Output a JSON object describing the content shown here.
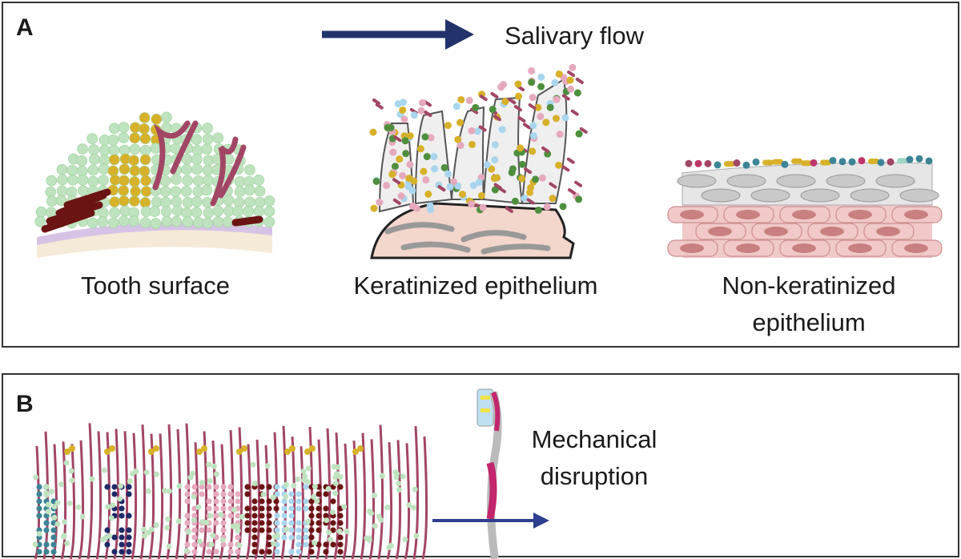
{
  "panel_a": {
    "letter": "A",
    "flow_label": "Salivary flow",
    "captions": {
      "tooth": "Tooth surface",
      "keratinized": "Keratinized epithelium",
      "nonkeratinized_line1": "Non-keratinized",
      "nonkeratinized_line2": "epithelium"
    }
  },
  "panel_b": {
    "letter": "B",
    "disruption_line1": "Mechanical",
    "disruption_line2": "disruption"
  },
  "colors": {
    "arrow": "#22336b",
    "light_green": "#bfe3bf",
    "dark_green": "#4e8f3e",
    "gold": "#d8b12a",
    "maroon": "#a24665",
    "dark_red": "#6b1414",
    "pink": "#e6a9bd",
    "light_blue": "#a9d6ee",
    "teal": "#3c8496",
    "navy": "#1f2a68",
    "tissue": "#f3d6cc"
  }
}
